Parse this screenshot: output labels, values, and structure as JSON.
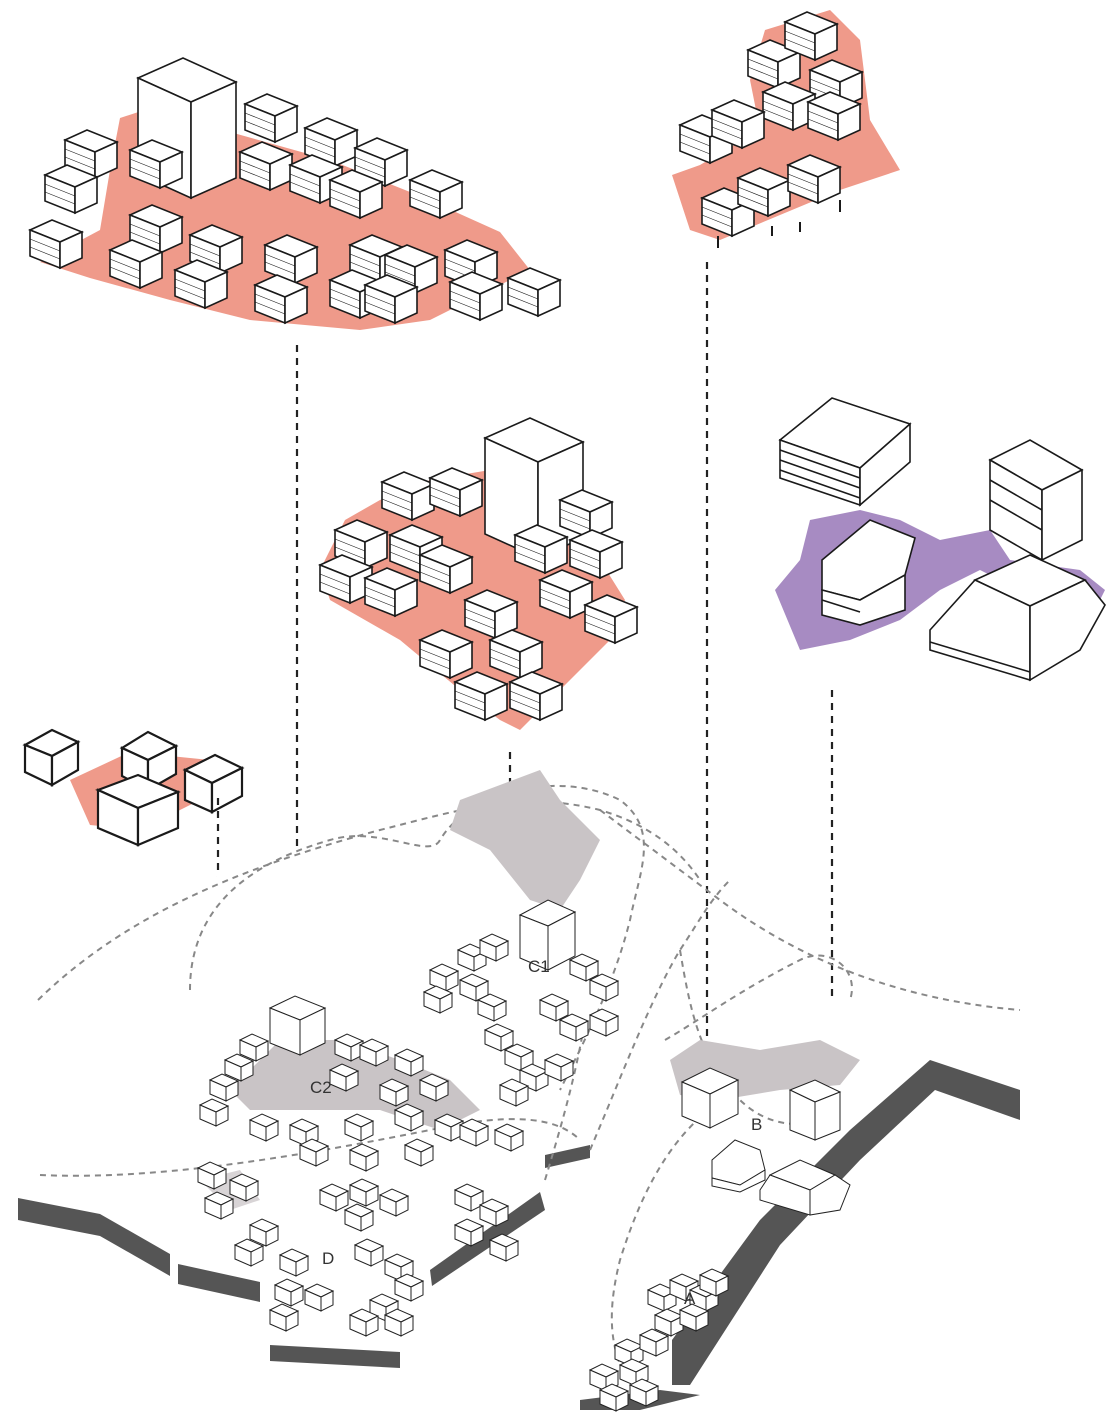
{
  "labels": {
    "A": "A",
    "B": "B",
    "C1": "C1",
    "C2": "C2",
    "D": "D"
  },
  "colors": {
    "public_space": "#ef9a8a",
    "semi_public_space": "#a78bc2",
    "site_plaza": "#c9c4c6",
    "terrain_edge": "#555555",
    "outline": "#1a1a1a",
    "leader": "#222222",
    "boundary": "#888888"
  }
}
